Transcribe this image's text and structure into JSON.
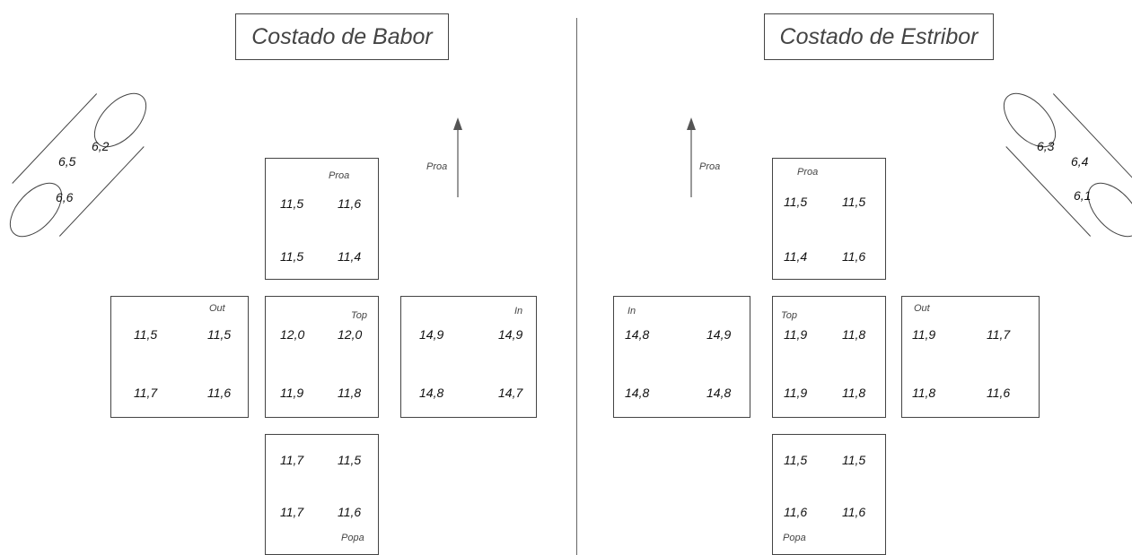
{
  "port": {
    "title": "Costado de Babor",
    "arrow_label": "Proa",
    "cylinder": [
      "6,2",
      "6,5",
      "6,6"
    ],
    "proa": {
      "label": "Proa",
      "values": [
        "11,5",
        "11,6",
        "11,5",
        "11,4"
      ]
    },
    "out": {
      "label": "Out",
      "values": [
        "11,5",
        "11,5",
        "11,7",
        "11,6"
      ]
    },
    "top": {
      "label": "Top",
      "values": [
        "12,0",
        "12,0",
        "11,9",
        "11,8"
      ]
    },
    "in": {
      "label": "In",
      "values": [
        "14,9",
        "14,9",
        "14,8",
        "14,7"
      ]
    },
    "popa": {
      "label": "Popa",
      "values": [
        "11,7",
        "11,5",
        "11,7",
        "11,6"
      ]
    }
  },
  "starboard": {
    "title": "Costado de Estribor",
    "arrow_label": "Proa",
    "cylinder": [
      "6,3",
      "6,4",
      "6,1"
    ],
    "proa": {
      "label": "Proa",
      "values": [
        "11,5",
        "11,5",
        "11,4",
        "11,6"
      ]
    },
    "in": {
      "label": "In",
      "values": [
        "14,8",
        "14,9",
        "14,8",
        "14,8"
      ]
    },
    "top": {
      "label": "Top",
      "values": [
        "11,9",
        "11,8",
        "11,9",
        "11,8"
      ]
    },
    "out": {
      "label": "Out",
      "values": [
        "11,9",
        "11,7",
        "11,8",
        "11,6"
      ]
    },
    "popa": {
      "label": "Popa",
      "values": [
        "11,5",
        "11,5",
        "11,6",
        "11,6"
      ]
    }
  }
}
